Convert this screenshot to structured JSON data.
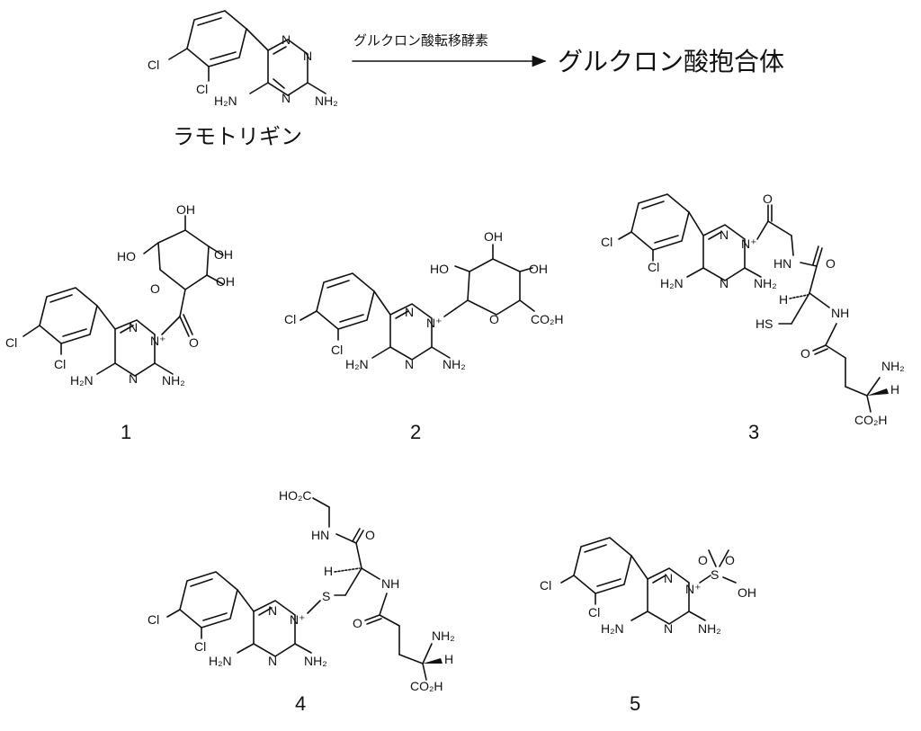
{
  "reaction": {
    "enzyme": "グルクロン酸転移酵素",
    "product": "グルクロン酸抱合体",
    "reactant_name": "ラモトリギン"
  },
  "atoms": {
    "cl": "Cl",
    "nh2": "NH₂",
    "h2n": "H₂N",
    "n": "N",
    "n_plus": "N⁺",
    "o": "O",
    "oh": "OH",
    "ho": "HO",
    "co2h": "CO₂H",
    "hn": "HN",
    "nh": "NH",
    "hs": "HS",
    "s": "S",
    "h": "H",
    "ho2c": "HO₂C"
  },
  "labels": {
    "c1": "1",
    "c2": "2",
    "c3": "3",
    "c4": "4",
    "c5": "5"
  }
}
